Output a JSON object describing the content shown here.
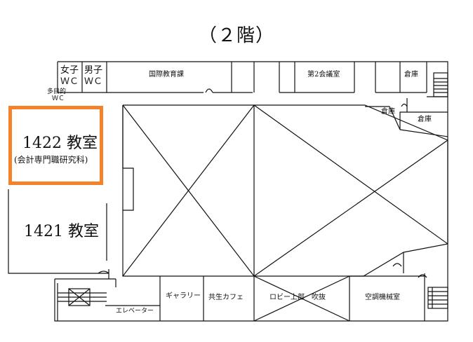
{
  "floor_title": "（２階）",
  "rooms": {
    "women_wc_1": "女子",
    "women_wc_2": "ＷＣ",
    "men_wc_1": "男子",
    "men_wc_2": "ＷＣ",
    "multipurpose_wc_1": "多目的",
    "multipurpose_wc_2": "ＷＣ",
    "international_office": "国際教育課",
    "meeting_room_2": "第2会議室",
    "storage_1": "倉庫",
    "storage_2": "倉庫",
    "storage_3": "倉庫",
    "classroom_1422": "1422 教室",
    "classroom_1422_sub": "(会計専門職研究科)",
    "classroom_1421": "1421 教室",
    "gallery": "ギャラリー",
    "cafe": "共生カフェ",
    "lobby": "ロビー上部　吹抜",
    "elevator": "エレベーター",
    "machine_room": "空調機械室"
  },
  "colors": {
    "highlight": "#f4822a",
    "lines": "#111111"
  }
}
